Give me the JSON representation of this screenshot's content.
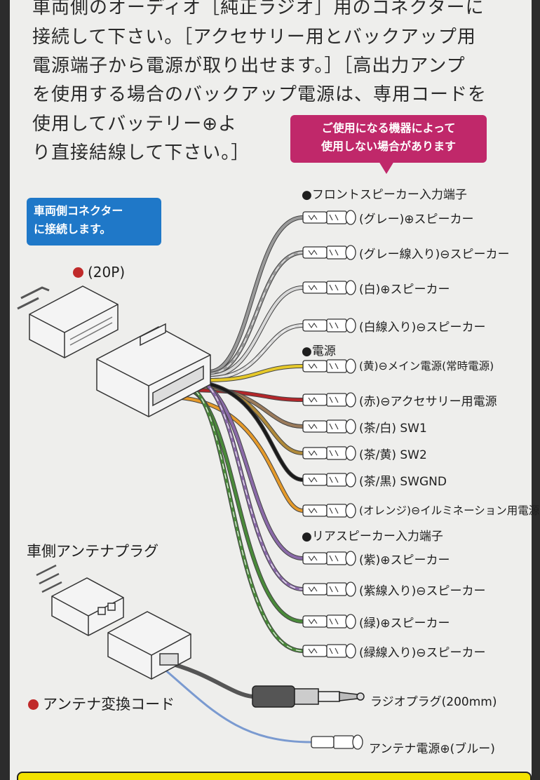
{
  "intro_lines": [
    "車両側のオーディオ［純正ラジオ］用のコネクターに",
    "接続して下さい。［アクセサリー用とバックアップ用",
    "電源端子から電源が取り出せます。］［高出力アンプ",
    "を使用する場合のバックアップ電源は、専用コードを",
    "使用してバッテリー⊕よ",
    "り直接結線して下さい。］"
  ],
  "callout_pink": [
    "ご使用になる機器によって",
    "使用しない場合があります"
  ],
  "callout_blue": [
    "車両側コネクター",
    "に接続します。"
  ],
  "connector_20p": "(20P)",
  "front_speaker_heading": "●フロントスピーカー入力端子",
  "power_heading": "●電源",
  "rear_speaker_heading": "●リアスピーカー入力端子",
  "antenna_plug_label": "車側アンテナプラグ",
  "antenna_cord_label": "アンテナ変換コード",
  "terminals": [
    {
      "label": "(グレー)⊕スピーカー",
      "color": "#9a9a9a",
      "stripe": false
    },
    {
      "label": "(グレー線入り)⊖スピーカー",
      "color": "#9a9a9a",
      "stripe": true
    },
    {
      "label": "(白)⊕スピーカー",
      "color": "#d8d8d8",
      "stripe": false
    },
    {
      "label": "(白線入り)⊖スピーカー",
      "color": "#d8d8d8",
      "stripe": true
    },
    {
      "label": "(黄)⊖メイン電源(常時電源)",
      "color": "#e6c92a",
      "stripe": false
    },
    {
      "label": "(赤)⊖アクセサリー用電源",
      "color": "#b3262a",
      "stripe": false
    },
    {
      "label": "(茶/白) SW1",
      "color": "#9a7a5a",
      "stripe": false
    },
    {
      "label": "(茶/黄) SW2",
      "color": "#b08a3a",
      "stripe": false
    },
    {
      "label": "(茶/黒) SWGND",
      "color": "#1a1a1a",
      "stripe": false
    },
    {
      "label": "(オレンジ)⊖イルミネーション用電源",
      "color": "#e59a2a",
      "stripe": false
    },
    {
      "label": "(紫)⊕スピーカー",
      "color": "#8a6aa8",
      "stripe": false
    },
    {
      "label": "(紫線入り)⊖スピーカー",
      "color": "#8a6aa8",
      "stripe": true
    },
    {
      "label": "(緑)⊕スピーカー",
      "color": "#4a8a3a",
      "stripe": false
    },
    {
      "label": "(緑線入り)⊖スピーカー",
      "color": "#4a8a3a",
      "stripe": true
    }
  ],
  "radio_plug_label": "ラジオプラグ(200mm)",
  "antenna_power_label": "アンテナ電源⊕(ブルー)",
  "colors": {
    "pink": "#c0286a",
    "blue": "#1f78c8",
    "antenna_wire": "#7a9ad0",
    "red_dot": "#c02a2a"
  }
}
